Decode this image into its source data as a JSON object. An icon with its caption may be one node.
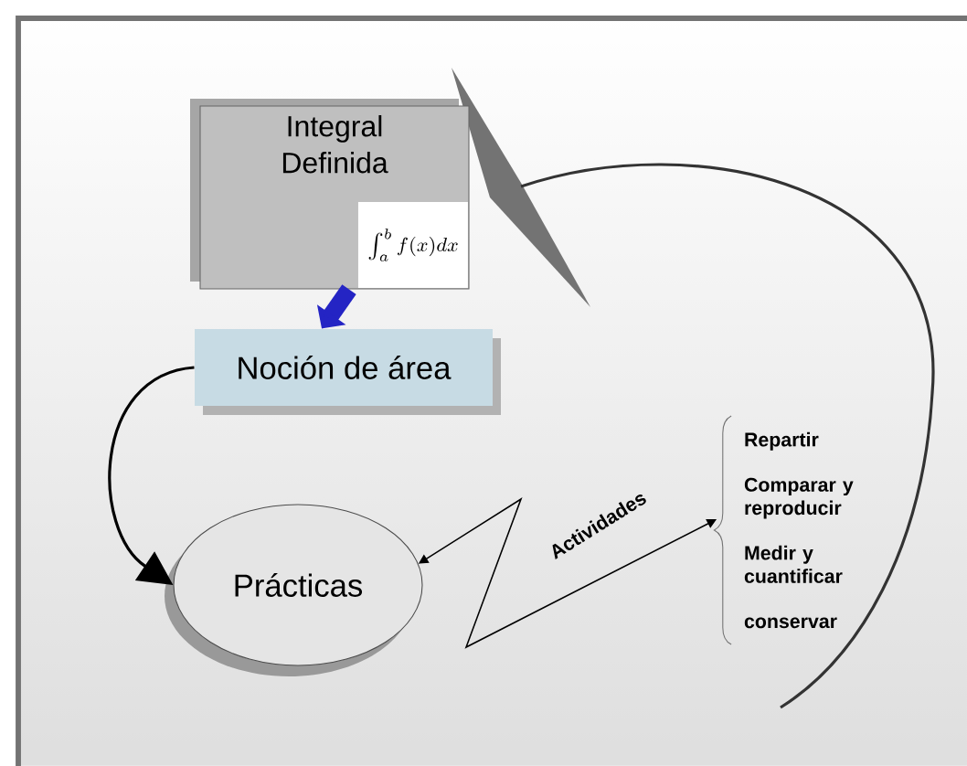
{
  "diagram": {
    "nodes": [
      {
        "text": [
          "Integral Definida"
        ]
      },
      {
        "text": [
          "\\int_a^b f(x)dx"
        ],
        "in": 0
      },
      {
        "text": [
          "Noción de área"
        ]
      },
      {
        "text": [
          "Prácticas"
        ]
      },
      {
        "text": [
          "Repartir",
          "Comparar y reproducir",
          "Medir y cuantificar",
          "conservar"
        ]
      }
    ],
    "edges": [
      {
        "from": 0,
        "to": 2,
        "arrow": "to",
        "style": "thick",
        "color": "#2424c4"
      },
      {
        "from": 2,
        "to": 3,
        "arrow": "to"
      },
      {
        "from": 3,
        "to": 4,
        "arrow": "both",
        "label": "Actividades"
      }
    ]
  }
}
